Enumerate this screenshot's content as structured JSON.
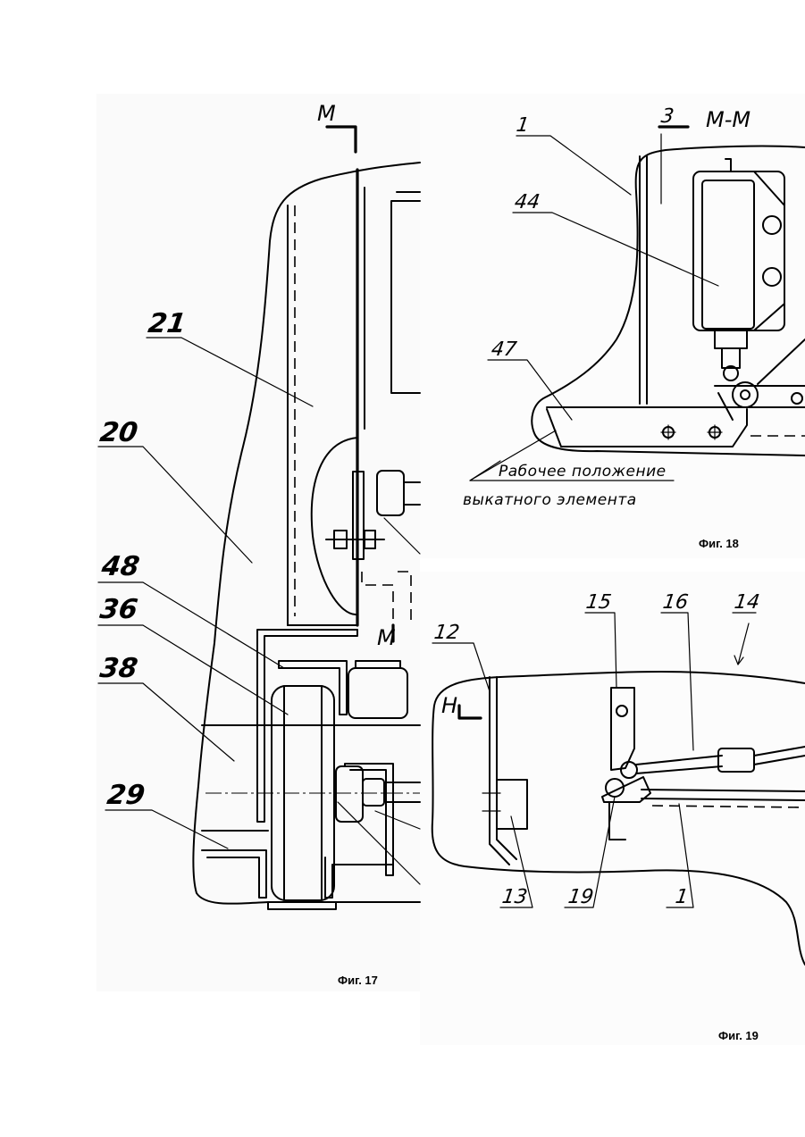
{
  "figures": {
    "fig17": {
      "caption": "Фиг. 17",
      "section_mark": "М",
      "section_mark_lower": "М",
      "labels": {
        "l21": "21",
        "l20": "20",
        "l48": "48",
        "l36": "36",
        "l38": "38",
        "l29": "29"
      }
    },
    "fig18": {
      "caption": "Фиг. 18",
      "section_title": "М-М",
      "labels": {
        "l1": "1",
        "l3": "3",
        "l44": "44",
        "l47": "47"
      },
      "note_line1": "Рабочее положение",
      "note_line2": "выкатного элемента"
    },
    "fig19": {
      "caption": "Фиг. 19",
      "section_mark": "Н",
      "labels": {
        "l15": "15",
        "l16": "16",
        "l14": "14",
        "l12": "12",
        "l13": "13",
        "l19": "19",
        "l1": "1"
      }
    }
  }
}
